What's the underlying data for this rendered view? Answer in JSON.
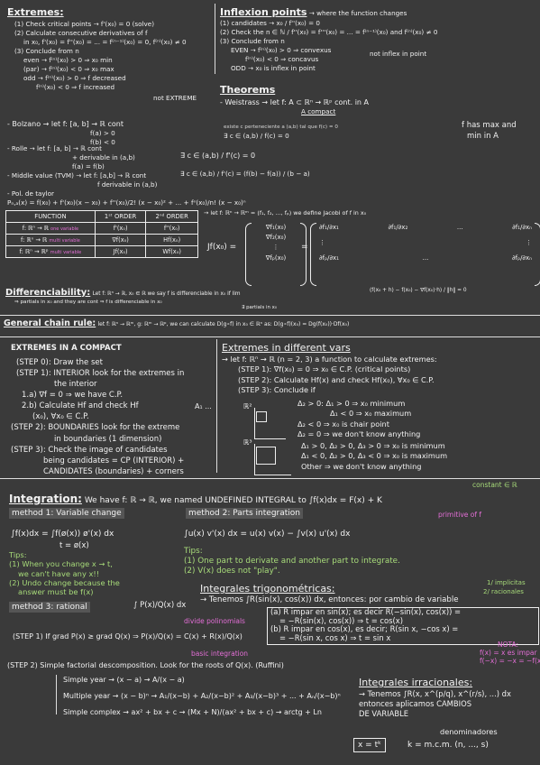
{
  "extremes": {
    "title": "Extremes:",
    "lines": [
      "(1) Check critical points → f'(x₀) = 0 (solve)",
      "(2) Calculate consecutive derivatives of f",
      "in x₀, f'(x₀) = f''(x₀) = ... = f⁽ⁿ⁻¹⁾(x₀) = 0, f⁽ⁿ⁾(x₀) ≠ 0",
      "(3) Conclude from n",
      "even → f⁽ⁿ⁾(x₀) > 0 ⇒ x₀ min",
      "(par) → f⁽ⁿ⁾(x₀) < 0 ⇒ x₀ max",
      "odd → f⁽ⁿ⁾(x₀) > 0 ⇒ f decreased",
      "f⁽ⁿ⁾(x₀) < 0 ⇒ f increased",
      "not EXTREME"
    ]
  },
  "inflexion": {
    "title": "Inflexion points",
    "subtitle": "→ where the function changes",
    "lines": [
      "(1) candidates → x₀ / f''(x₀) = 0",
      "(2) Check the n ∈ ℕ / f''(x₀) = f'''(x₀) = ... = f⁽ⁿ⁻¹⁾(x₀) and f⁽ⁿ⁾(x₀) ≠ 0",
      "(3) Conclude from n",
      "EVEN → f⁽ⁿ⁾(x₀) > 0 ⇒ convexus",
      "f⁽ⁿ⁾(x₀) < 0 ⇒ concavus",
      "not inflex in point",
      "ODD → x₀ is inflex in point"
    ]
  },
  "theorems": {
    "title": "Theorems",
    "weierstrass": "- Weistrass → let f: A ⊂ ℝⁿ → ℝᵖ cont. in A",
    "weierstrass2": "A compact",
    "bolzano": "- Bolzano → let f: [a, b] → ℝ cont",
    "bolzano2": "f(a) > 0",
    "bolzano3": "f(b) < 0",
    "bolzano_concl": "existe c perteneciente a (a,b) tal que f(c) = 0",
    "bolzano_concl2": "∃ c ∈ (a,b) / f(c) = 0",
    "has_max": "f has max and",
    "has_min": "min in A",
    "rolle": "- Rolle → let f: [a, b] → ℝ cont",
    "rolle2": "+ derivable in (a,b)",
    "rolle3": "f(a) = f(b)",
    "rolle_concl": "∃ c ∈ (a,b) / f'(c) = 0",
    "mv": "- Middle value (TVM) → let f: [a,b] → ℝ cont",
    "mv2": "f derivable in (a,b)",
    "mv_concl": "∃ c ∈ (a,b) / f'(c) = (f(b) − f(a)) / (b − a)",
    "taylor": "- Pol. de taylor",
    "taylor2": "Pₙ,ₐ(x) = f(x₀) + f'(x₀)(x − x₀) + f''(x₀)/2! (x − x₀)² + ... + fⁿ(x₀)/n! (x − x₀)ⁿ"
  },
  "function_table": {
    "headers": [
      "FUNCTION",
      "1ˢᵗ ORDER",
      "2ⁿᵈ ORDER"
    ],
    "rows": [
      [
        "f: ℝⁿ → ℝ",
        "f'(x₀)",
        "f''(x₀)"
      ],
      [
        "f: ℝⁿ → ℝ",
        "∇f(x₀)",
        "Hf(x₀)"
      ],
      [
        "f: ℝⁿ → ℝᵖ",
        "Jf(x₀)",
        "Wf(x₀)"
      ]
    ],
    "annotations": [
      "one variable",
      "multi variable",
      "multi variable"
    ]
  },
  "jacobian": {
    "intro": "→ let f: ℝⁿ → ℝᵐ = (f₁, f₂, ..., fₚ) we define Jacobi of f in x₀",
    "lhs": "Jf(x₀) =",
    "col1": [
      "∇f₁(x₀)",
      "∇f₂(x₀)",
      "⋮",
      "∇fₚ(x₀)"
    ],
    "rows": [
      [
        "∂f₁/∂x₁",
        "∂f₁/∂x₂",
        "...",
        "∂f₁/∂xₙ"
      ],
      [
        "⋮",
        "",
        "",
        "⋮"
      ],
      [
        "∂fₚ/∂x₁",
        "...",
        "",
        "∂fₚ/∂xₙ"
      ]
    ]
  },
  "differentiability": {
    "title": "Differenciability:",
    "line1": "Let f: ℝⁿ → ℝ, x₀ ∈ ℝ we say f is differenciable in x₀ if lim",
    "limit": "(f(x₀ + h) − f(x₀) − ∇f(x₀)·h) / ‖h‖ = 0",
    "line2": "⇒ partials in x₀ and they are cont ⇒ f is differenciable in x₀",
    "line3": "∃ partials in x₀"
  },
  "chain": {
    "title": "General chain rule:",
    "text": "let f: ℝⁿ → ℝᵐ, g: ℝᵐ → ℝᵖ, we can calculate D(g∘f) in x₀ ∈ ℝⁿ as: D(g∘f)(x₀) = Dg(f(x₀))·Df(x₀)"
  },
  "compact": {
    "title": "EXTREMES IN A COMPACT",
    "lines": [
      "(STEP 0): Draw the set",
      "(STEP 1): INTERIOR look for the extremes in",
      "the interior",
      "1.a) ∇f = 0 ⇒ we have C.P.",
      "2.b) Calculate Hf and check Hf",
      "(x₀), ∀x₀ ∈ C.P.",
      "(STEP 2): BOUNDARIES look for the extreme",
      "in boundaries (1 dimension)",
      "(STEP 3): Check the image of candidates",
      "being candidates = CP (INTERIOR) +",
      "CANDIDATES (boundaries) + corners"
    ],
    "interior_word": "INTERIOR",
    "boundaries_word": "BOUNDARIES",
    "amin": "A₁ ..."
  },
  "multi_vars": {
    "title": "Extremes in different vars",
    "lines": [
      "→ let f: ℝⁿ → ℝ (n = 2, 3) a function to calculate extremes:",
      "(STEP 1): ∇f(x₀) = 0 ⇒ x₀ ∈ C.P. (critical points)",
      "(STEP 2): Calculate Hf(x) and check Hf(x₀), ∀x₀ ∈ C.P.",
      "(STEP 3): Conclude if"
    ],
    "r2_label": "ℝ²",
    "r3_label": "ℝ³",
    "r2": [
      "Δ₂ > 0: Δ₁ > 0 ⇒ x₀ minimum",
      "Δ₁ < 0 ⇒ x₀ maximum",
      "Δ₂ < 0 ⇒ x₀ is chair point",
      "Δ₂ = 0 ⇒ we don't know anything"
    ],
    "r3": [
      "Δ₁ > 0, Δ₂ > 0, Δ₃ > 0 ⇒ x₀ is minimum",
      "Δ₁ < 0, Δ₂ > 0, Δ₃ < 0 ⇒ x₀ is maximum",
      "Other ⇒ we don't know anything"
    ]
  },
  "integration": {
    "title": "Integration:",
    "intro": "We have f: ℝ → ℝ, we named UNDEFINED INTEGRAL to ∫f(x)dx = F(x) + K",
    "const_note": "constant ∈ ℝ",
    "primitive_note": "primitive of f",
    "method1": "method 1: Variable change",
    "method2": "method 2: Parts integration",
    "m1_formula": "∫f(x)dx = ∫f(ø(x)) ø'(x) dx",
    "m1_sub": "t = ø(x)",
    "m2_formula": "∫u(x) v'(x) dx = u(x) v(x) − ∫v(x) u'(x) dx",
    "tips_label": "Tips:",
    "tips1": [
      "(1) When you change x → t,",
      "we can't have any x!!",
      "(2) Undo change because the",
      "answer must be f(x)"
    ],
    "tips2": [
      "(1) One part to derivate and another part to integrate.",
      "(2) V(x) does not \"play\"."
    ],
    "method3": "method 3: rational",
    "m3_formula": "∫ P(x)/Q(x) dx",
    "divide_note": "divide polinomials",
    "step1": "(STEP 1) If grad P(x) ≥ grad Q(x) ⇒ P(x)/Q(x) = C(x) + R(x)/Q(x)",
    "basic_note": "basic integration",
    "step2": "(STEP 2) Simple factorial descomposition. Look for the roots of Q(x). (Ruffini)",
    "simple_year": "Simple year → (x − a) → A/(x − a)",
    "multiple_year": "Multiple year → (x − b)ⁿ → A₁/(x−b) + A₂/(x−b)² + A₃/(x−b)³ + ... + Aₙ/(x−b)ⁿ",
    "simple_complex": "Simple complex → ax² + bx + c → (Mx + N)/(ax² + bx + c) → arctg + Ln"
  },
  "trig": {
    "title": "Integrales trigonométricas:",
    "intro": "→ Tenemos ∫R(sin(x), cos(x)) dx, entonces: por cambio de variable",
    "note1": "1/ implicitas",
    "note2": "2/ racionales",
    "a": "(a) R impar en sin(x); es decir R(−sin(x), cos(x)) =",
    "a2": "= −R(sin(x), cos(x)) ⇒ t = cos(x)",
    "b": "(b) R impar en cos(x), es decir; R(sin x, −cos x) =",
    "b2": "= −R(sin x, cos x) ⇒ t = sin x",
    "nota": "NOTA:",
    "nota2": "f(x) = x es impar",
    "nota3": "f(−x) = −x = −f(x)"
  },
  "irrational": {
    "title": "Integrales irracionales:",
    "lines": [
      "→ Tenemos ∫R(x, x^(p/q), x^(r/s), ...) dx",
      "entonces aplicamos CAMBIOS",
      "DE VARIABLE"
    ],
    "denom": "denominadores",
    "sub": "x = tᵏ",
    "k": "k = m.c.m. (n, ..., s)"
  }
}
